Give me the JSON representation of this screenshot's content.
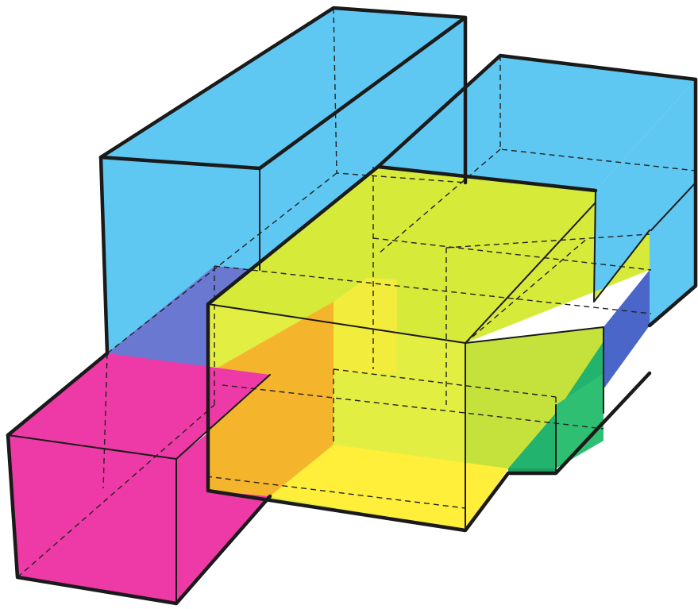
{
  "figure": {
    "blocks": [
      {
        "name": "back-left-blue-block",
        "color": "#5ec8f2"
      },
      {
        "name": "back-right-blue-block",
        "color": "#5ec8f2"
      },
      {
        "name": "center-yellow-block",
        "color": "#d6ea3a"
      },
      {
        "name": "front-magenta-cube",
        "color": "#ee3aa6"
      }
    ],
    "overlap_colors": {
      "blue_yellow": "#c0e24a",
      "magenta_blue": "#6a78d2",
      "magenta_yellow": "#f4b52c",
      "yellow_pure": "#ffee3a",
      "green_overlap": "#22b36e",
      "dark_blue_overlap": "#4a66c8"
    }
  }
}
